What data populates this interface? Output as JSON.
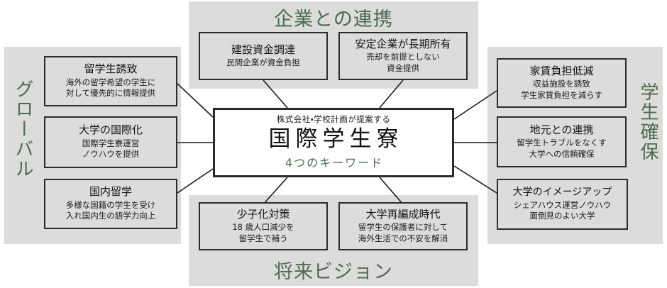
{
  "colors": {
    "panel_bg": "#dcdcda",
    "box_bg": "#dcdcda",
    "hub_bg": "#ffffff",
    "border": "#2b2b2b",
    "accent_green": "#4d6b52",
    "text": "#1b1b1b",
    "page_bg": "#ffffff"
  },
  "hub": {
    "eyebrow": "株式会社・学校計画が提案する",
    "title": "国際学生寮",
    "subtitle": "4つのキーワード"
  },
  "groups": {
    "global": {
      "title": "グローバル",
      "items": [
        {
          "title": "留学生誘致",
          "desc": "海外の留学希望の学生に\n対して優先的に情報提供"
        },
        {
          "title": "大学の国際化",
          "desc": "国際学生寮運営\nノウハウを提供"
        },
        {
          "title": "国内留学",
          "desc": "多様な国籍の学生を受け\n入れ国内生の語学力向上"
        }
      ]
    },
    "corporate": {
      "title": "企業との連携",
      "items": [
        {
          "title": "建設資金調達",
          "desc": "民間企業が資金負担"
        },
        {
          "title": "安定企業が長期所有",
          "desc": "売却を前提としない\n資金提供"
        }
      ]
    },
    "students": {
      "title": "学生確保",
      "items": [
        {
          "title": "家賃負担低減",
          "desc": "収益施設を誘致\n学生家賃負担を減らす"
        },
        {
          "title": "地元との連携",
          "desc": "留学生トラブルをなくす\n大学への信頼確保"
        },
        {
          "title": "大学のイメージアップ",
          "desc": "シェアハウス運営ノウハウ\n面倒見のよい大学"
        }
      ]
    },
    "vision": {
      "title": "将来ビジョン",
      "items": [
        {
          "title": "少子化対策",
          "desc": "18 歳人口減少を\n留学生で補う"
        },
        {
          "title": "大学再編成時代",
          "desc": "留学生の保護者に対して\n海外生活での不安を解消"
        }
      ]
    }
  }
}
